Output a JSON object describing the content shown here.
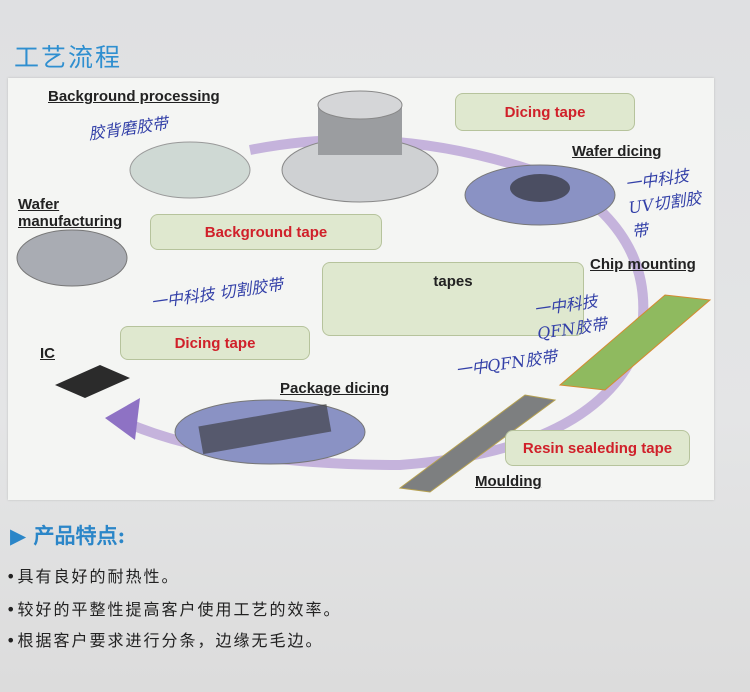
{
  "title": "工艺流程",
  "diagram": {
    "steps": {
      "background_processing": "Background processing",
      "wafer_manufacturing": "Wafer manufacturing",
      "wafer_dicing": "Wafer dicing",
      "chip_mounting": "Chip mounting",
      "ic": "IC",
      "package_dicing": "Package dicing",
      "moulding": "Moulding"
    },
    "tapes": {
      "background_tape": "Background tape",
      "dicing_tape_top": "Dicing tape",
      "tapes": "tapes",
      "dicing_tape_bottom": "Dicing tape",
      "resin_tape": "Resin sealeding tape"
    },
    "handwriting": {
      "a": "胶背磨胶带",
      "b": "一中科技 UV切割胶带",
      "c": "一中科技 切割胶带",
      "d": "一中科技 QFN胶带",
      "e": "一中QFN胶带"
    }
  },
  "features": {
    "heading": "产品特点:",
    "items": [
      "•具有良好的耐热性。",
      "•较好的平整性提高客户使用工艺的效率。",
      "•根据客户要求进行分条，边缘无毛边。"
    ]
  }
}
